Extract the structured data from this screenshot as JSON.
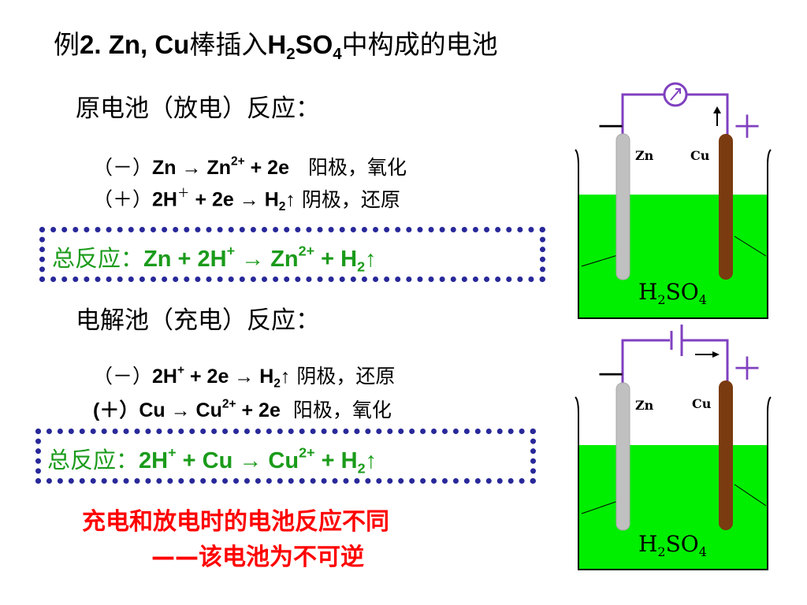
{
  "title": {
    "prefix": "例",
    "num": "2. Zn, Cu",
    "mid": "棒插入",
    "h": "H",
    "sub2": "2",
    "so": "SO",
    "sub4": "4",
    "suffix": "中构成的电池"
  },
  "discharge": {
    "heading": "原电池（放电）反应：",
    "neg": {
      "sign": "（－）",
      "left": "Zn → Zn",
      "sup": "2+",
      "right": " + 2e",
      "note": "阳极，氧化"
    },
    "pos": {
      "sign": "（＋）",
      "left": "2H",
      "sup": "＋",
      "mid": " + 2e → H",
      "sub": "2",
      "arrow": "↑",
      "note": "阴极，还原"
    },
    "total": {
      "label": "总反应：",
      "a": "Zn + 2H",
      "a_sup": "+",
      "b": " → Zn",
      "b_sup": "2+",
      "c": " + H",
      "c_sub": "2",
      "arrow": "↑"
    }
  },
  "charge": {
    "heading": "电解池（充电）反应：",
    "neg": {
      "sign": "（－）",
      "left": "2H",
      "sup": "+",
      "mid": " + 2e → H",
      "sub": "2",
      "arrow": "↑",
      "note": "阴极，还原"
    },
    "pos": {
      "sign": "(＋）",
      "left": "Cu → Cu",
      "sup": "2+",
      "right": " + 2e",
      "note": "阳极，氧化"
    },
    "total": {
      "label": "总反应：",
      "a": "2H",
      "a_sup": "+",
      "b": " + Cu → Cu",
      "b_sup": "2+",
      "c": " + H",
      "c_sub": "2",
      "arrow": "↑"
    }
  },
  "conclusion": {
    "line1": "充电和放电时的电池反应不同",
    "line2": "——该电池为不可逆"
  },
  "diagram_top": {
    "neg_sign": "－",
    "pos_sign": "＋",
    "zn_label": "Zn",
    "cu_label": "Cu",
    "solution_h": "H",
    "solution_sub2": "2",
    "solution_so": "SO",
    "solution_sub4": "4"
  },
  "diagram_bottom": {
    "neg_sign": "－",
    "pos_sign": "＋",
    "zn_label": "Zn",
    "cu_label": "Cu",
    "solution_h": "H",
    "solution_sub2": "2",
    "solution_so": "SO",
    "solution_sub4": "4"
  },
  "colors": {
    "solution": "#00ee00",
    "wire": "#8040c0",
    "zinc_rod": "#c0c0c0",
    "copper_rod": "#7a3b10",
    "box_border": "#28289a",
    "total_text": "#1a9b1a",
    "conclusion_text": "#ff0000"
  }
}
